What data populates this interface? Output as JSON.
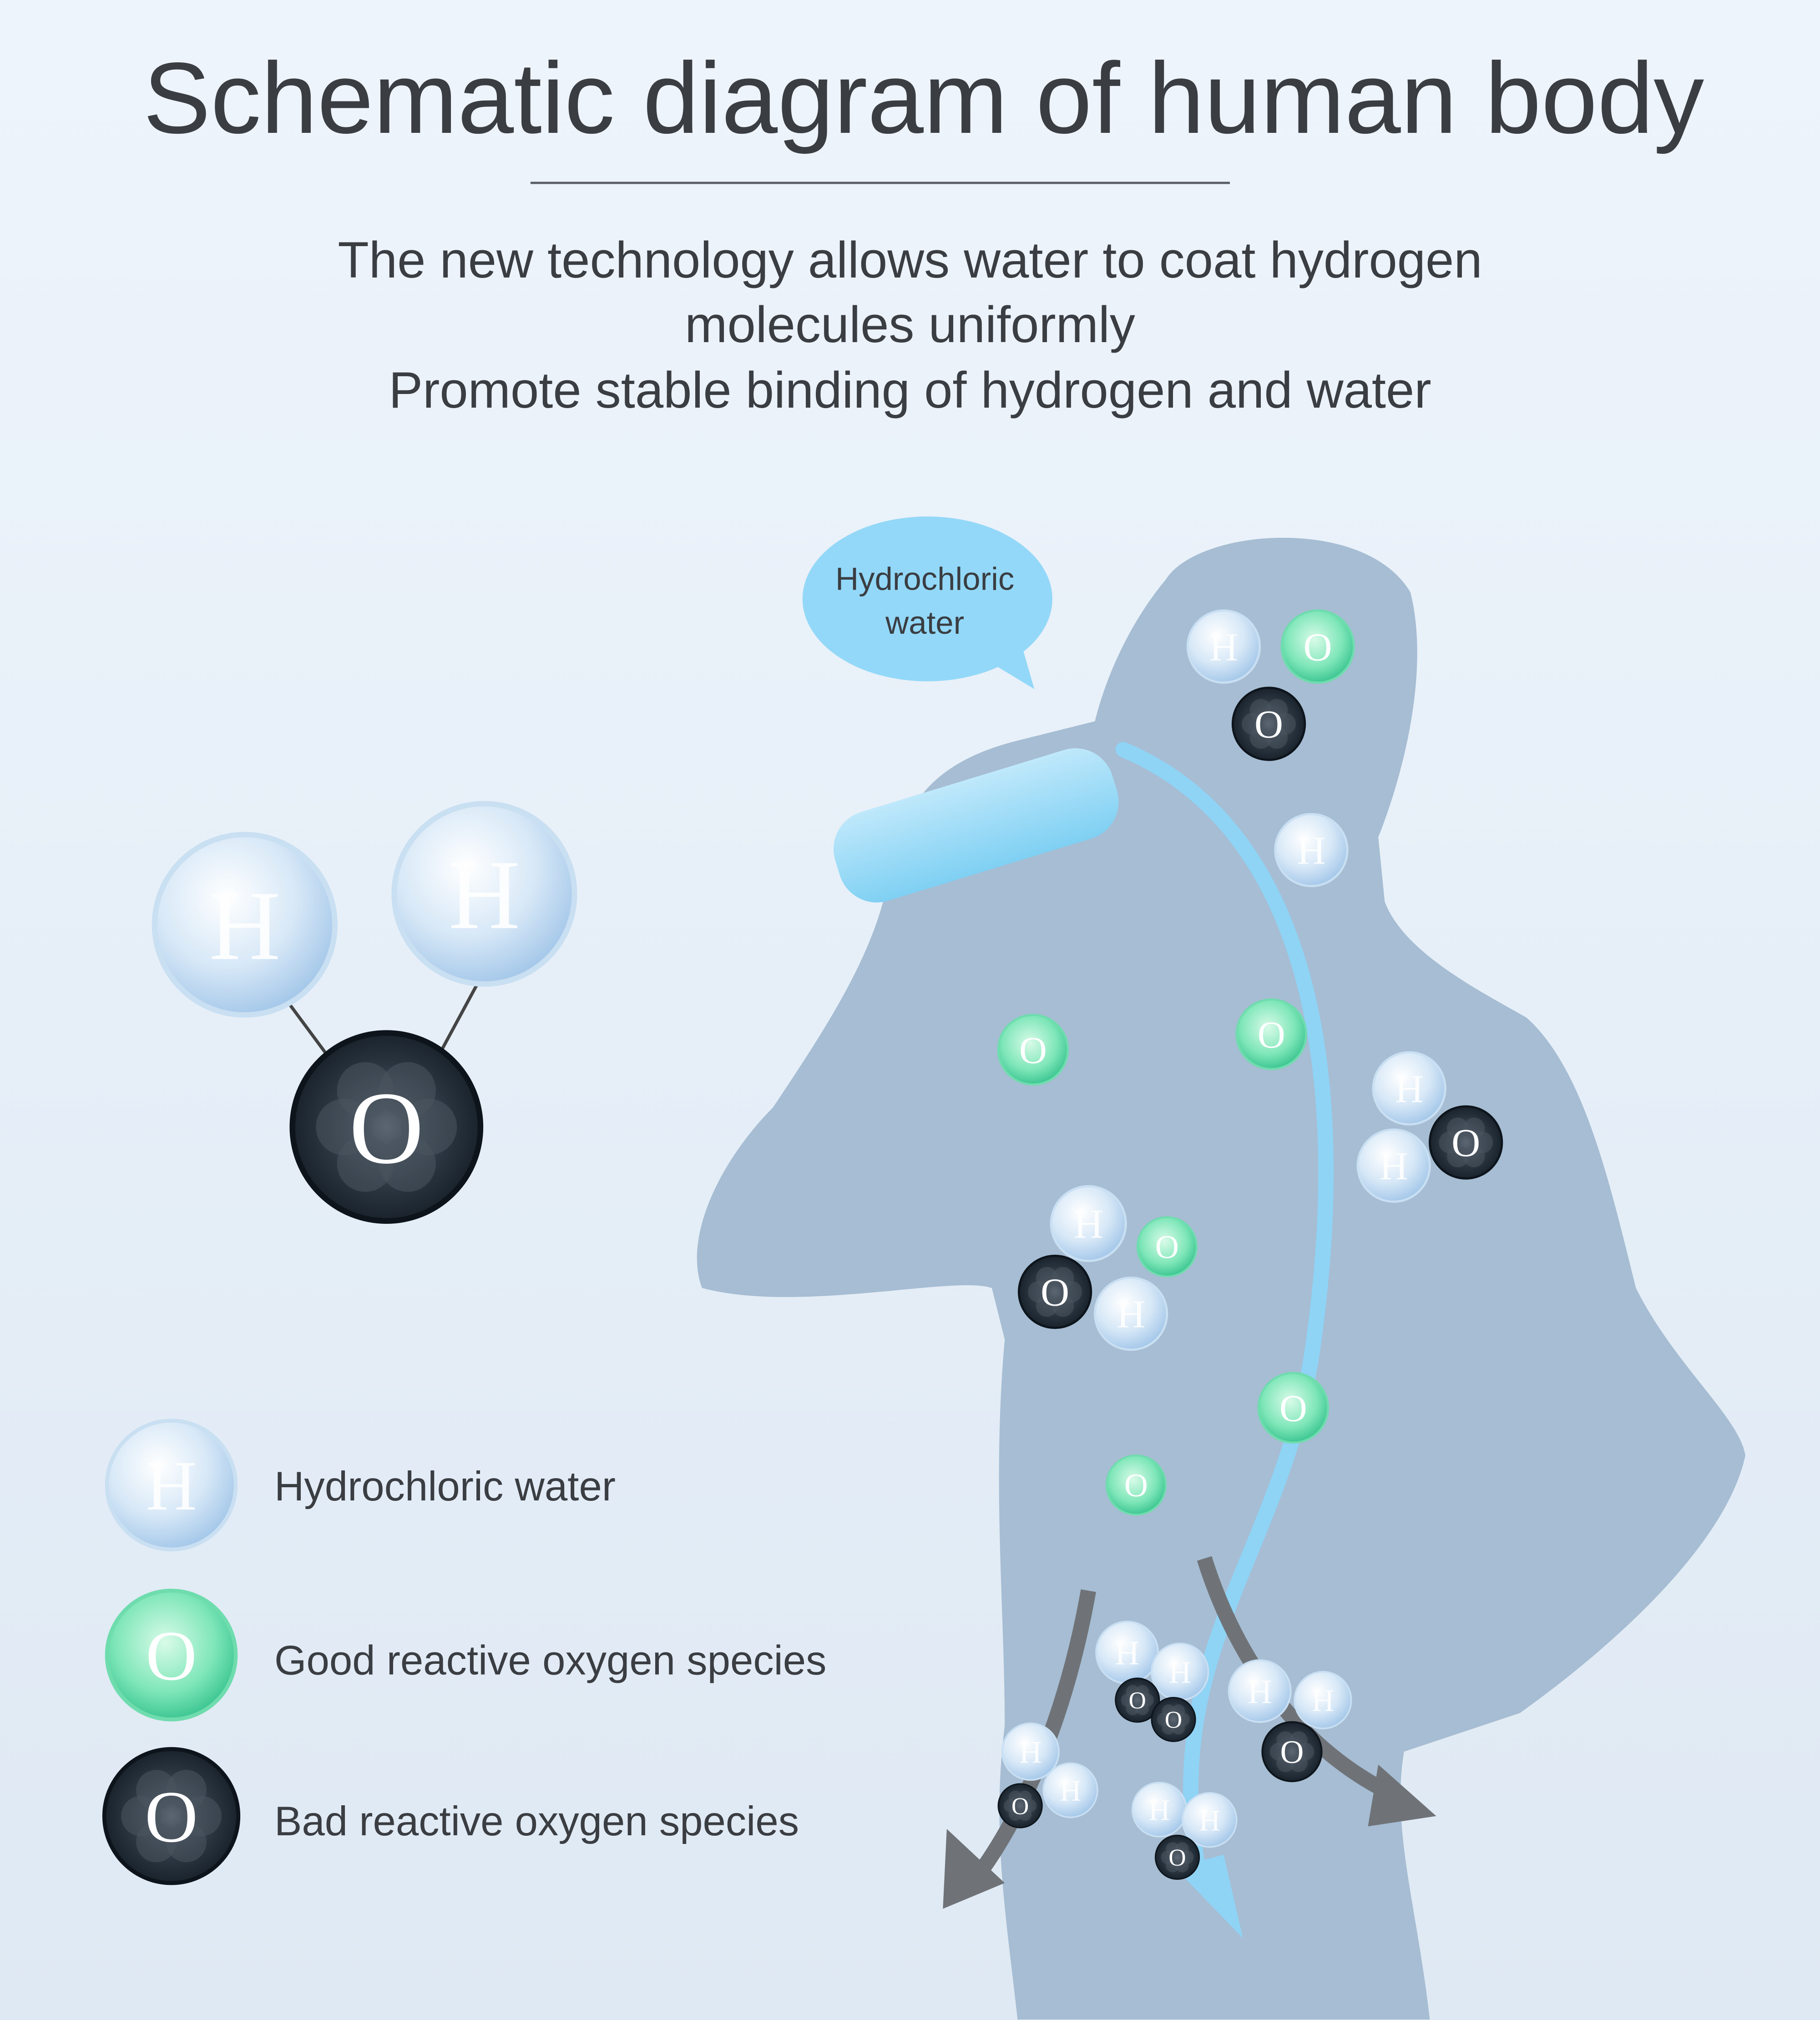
{
  "title": "Schematic diagram of human body",
  "subtitle": {
    "line1": "The new technology allows water to coat hydrogen",
    "line2": "molecules uniformly",
    "line3": "Promote stable binding of hydrogen and water"
  },
  "speech_bubble": {
    "line1": "Hydrochloric",
    "line2": "water"
  },
  "symbols": {
    "hydrogen": "H",
    "oxygen": "O"
  },
  "legend": [
    {
      "type": "hydrogen",
      "label": "Hydrochloric water"
    },
    {
      "type": "good",
      "label": "Good reactive oxygen species"
    },
    {
      "type": "bad",
      "label": "Bad reactive oxygen species"
    }
  ],
  "colors": {
    "background": "#e9f1f9",
    "silhouette": "#a6bdd3",
    "stream": "#8fd3f5",
    "hydrogen": "#b8d6f0",
    "good_oxygen": "#3fcf9a",
    "bad_oxygen": "#17202a",
    "arrow": "#6f7378"
  }
}
